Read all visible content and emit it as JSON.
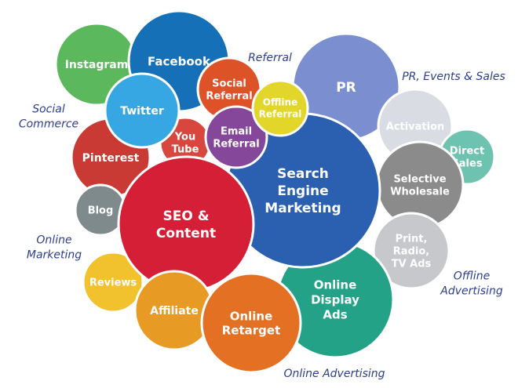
{
  "bubbles": [
    {
      "id": "pr",
      "lines": [
        "PR"
      ],
      "color": "#7b8ed0"
    },
    {
      "id": "activation",
      "lines": [
        "Activation"
      ],
      "color": "#d9dce3"
    },
    {
      "id": "direct-sales",
      "lines": [
        "Direct",
        "Sales"
      ],
      "color": "#6ec3b0"
    },
    {
      "id": "selective-wholesale",
      "lines": [
        "Selective",
        "Wholesale"
      ],
      "color": "#8b8b8b"
    },
    {
      "id": "print-radio-tv",
      "lines": [
        "Print,",
        "Radio,",
        "TV Ads"
      ],
      "color": "#c7c8cc"
    },
    {
      "id": "online-display-ads",
      "lines": [
        "Online",
        "Display",
        "Ads"
      ],
      "color": "#23a287"
    },
    {
      "id": "instagram",
      "lines": [
        "Instagram"
      ],
      "color": "#5cb85c"
    },
    {
      "id": "facebook",
      "lines": [
        "Facebook"
      ],
      "color": "#1570b7"
    },
    {
      "id": "social-referral",
      "lines": [
        "Social",
        "Referral"
      ],
      "color": "#dd5227"
    },
    {
      "id": "pinterest",
      "lines": [
        "Pinterest"
      ],
      "color": "#c93a35"
    },
    {
      "id": "youtube",
      "lines": [
        "You",
        "Tube"
      ],
      "color": "#d7473d"
    },
    {
      "id": "blog",
      "lines": [
        "Blog"
      ],
      "color": "#7e8a8b"
    },
    {
      "id": "reviews",
      "lines": [
        "Reviews"
      ],
      "color": "#f2c22e"
    },
    {
      "id": "search-engine-marketing",
      "lines": [
        "Search",
        "Engine",
        "Marketing"
      ],
      "color": "#2b5fb0"
    },
    {
      "id": "seo-content",
      "lines": [
        "SEO &",
        "Content"
      ],
      "color": "#d51f36"
    },
    {
      "id": "affiliate",
      "lines": [
        "Affiliate"
      ],
      "color": "#e79a24"
    },
    {
      "id": "online-retarget",
      "lines": [
        "Online",
        "Retarget"
      ],
      "color": "#e37023"
    },
    {
      "id": "twitter",
      "lines": [
        "Twitter"
      ],
      "color": "#36a7e3"
    },
    {
      "id": "email-referral",
      "lines": [
        "Email",
        "Referral"
      ],
      "color": "#84479a"
    },
    {
      "id": "offline-referral",
      "lines": [
        "Offline",
        "Referral"
      ],
      "color": "#e3d62a"
    }
  ],
  "group_labels": [
    {
      "id": "referral",
      "lines": [
        "Referral"
      ]
    },
    {
      "id": "pr-events-sales",
      "lines": [
        "PR, Events & Sales"
      ]
    },
    {
      "id": "social-commerce",
      "lines": [
        "Social",
        "Commerce"
      ]
    },
    {
      "id": "online-marketing",
      "lines": [
        "Online",
        "Marketing"
      ]
    },
    {
      "id": "offline-advertising",
      "lines": [
        "Offline",
        "Advertising"
      ]
    },
    {
      "id": "online-advertising",
      "lines": [
        "Online Advertising"
      ]
    }
  ]
}
